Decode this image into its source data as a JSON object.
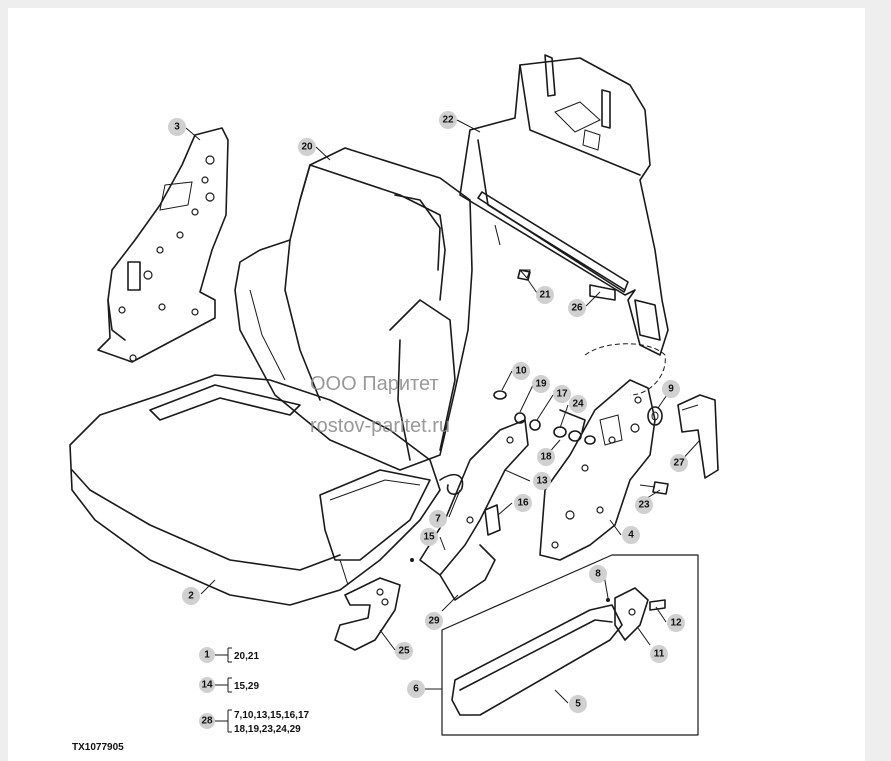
{
  "callouts": [
    {
      "id": "c1",
      "label": "3"
    },
    {
      "id": "c2",
      "label": "20"
    },
    {
      "id": "c3",
      "label": "22"
    },
    {
      "id": "c4",
      "label": "21"
    },
    {
      "id": "c5",
      "label": "26"
    },
    {
      "id": "c6",
      "label": "10"
    },
    {
      "id": "c7",
      "label": "19"
    },
    {
      "id": "c8",
      "label": "17"
    },
    {
      "id": "c9",
      "label": "24"
    },
    {
      "id": "c10",
      "label": "18"
    },
    {
      "id": "c11",
      "label": "9"
    },
    {
      "id": "c12",
      "label": "27"
    },
    {
      "id": "c13",
      "label": "13"
    },
    {
      "id": "c14",
      "label": "16"
    },
    {
      "id": "c15",
      "label": "7"
    },
    {
      "id": "c16",
      "label": "15"
    },
    {
      "id": "c17",
      "label": "4"
    },
    {
      "id": "c18",
      "label": "23"
    },
    {
      "id": "c19",
      "label": "2"
    },
    {
      "id": "c20",
      "label": "29"
    },
    {
      "id": "c21",
      "label": "25"
    },
    {
      "id": "c22",
      "label": "8"
    },
    {
      "id": "c23",
      "label": "12"
    },
    {
      "id": "c24",
      "label": "11"
    },
    {
      "id": "c25",
      "label": "6"
    },
    {
      "id": "c26",
      "label": "5"
    }
  ],
  "legend": [
    {
      "num": "1",
      "lines": [
        "20,21"
      ]
    },
    {
      "num": "14",
      "lines": [
        "15,29"
      ]
    },
    {
      "num": "28",
      "lines": [
        "7,10,13,15,16,17",
        "18,19,23,24,29"
      ]
    }
  ],
  "watermark": {
    "line1": "ООО Паритет",
    "line2": "rostov-paritet.ru"
  },
  "doc_id": "TX1077905"
}
